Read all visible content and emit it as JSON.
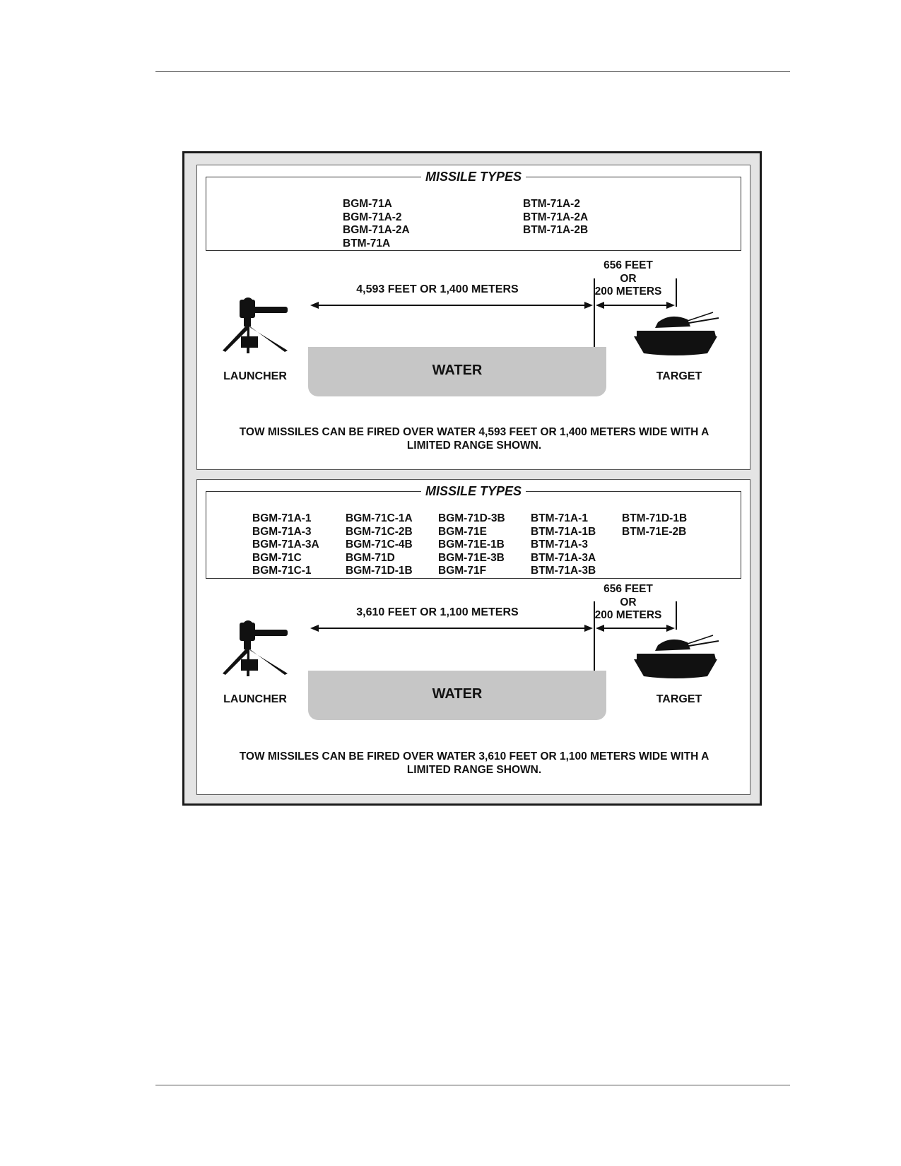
{
  "panel1": {
    "types_title": "MISSILE TYPES",
    "columns": [
      [
        "BGM-71A",
        "BGM-71A-2",
        "BGM-71A-2A",
        "BTM-71A"
      ],
      [
        "BTM-71A-2",
        "BTM-71A-2A",
        "BTM-71A-2B"
      ]
    ],
    "distance": "4,593 FEET OR  1,400 METERS",
    "offset": [
      "656 FEET",
      "OR",
      "200 METERS"
    ],
    "launcher_label": "LAUNCHER",
    "target_label": "TARGET",
    "water_label": "WATER",
    "caption": [
      "TOW MISSILES CAN BE FIRED OVER WATER 4,593 FEET OR 1,400 METERS WIDE WITH A",
      "LIMITED RANGE SHOWN."
    ]
  },
  "panel2": {
    "types_title": "MISSILE TYPES",
    "columns": [
      [
        "BGM-71A-1",
        "BGM-71A-3",
        "BGM-71A-3A",
        "BGM-71C",
        "BGM-71C-1"
      ],
      [
        "BGM-71C-1A",
        "BGM-71C-2B",
        "BGM-71C-4B",
        "BGM-71D",
        "BGM-71D-1B"
      ],
      [
        "BGM-71D-3B",
        "BGM-71E",
        "BGM-71E-1B",
        "BGM-71E-3B",
        "BGM-71F"
      ],
      [
        "BTM-71A-1",
        "BTM-71A-1B",
        "BTM-71A-3",
        "BTM-71A-3A",
        "BTM-71A-3B"
      ],
      [
        "BTM-71D-1B",
        "BTM-71E-2B"
      ]
    ],
    "distance": "3,610 FEET OR  1,100 METERS",
    "offset": [
      "656 FEET",
      "OR",
      "200 METERS"
    ],
    "launcher_label": "LAUNCHER",
    "target_label": "TARGET",
    "water_label": "WATER",
    "caption": [
      "TOW MISSILES CAN BE FIRED OVER WATER 3,610 FEET OR 1,100 METERS WIDE WITH A",
      "LIMITED RANGE SHOWN."
    ]
  },
  "icons": {
    "launcher": "tow-launcher-silhouette-icon",
    "target": "tank-silhouette-icon"
  }
}
